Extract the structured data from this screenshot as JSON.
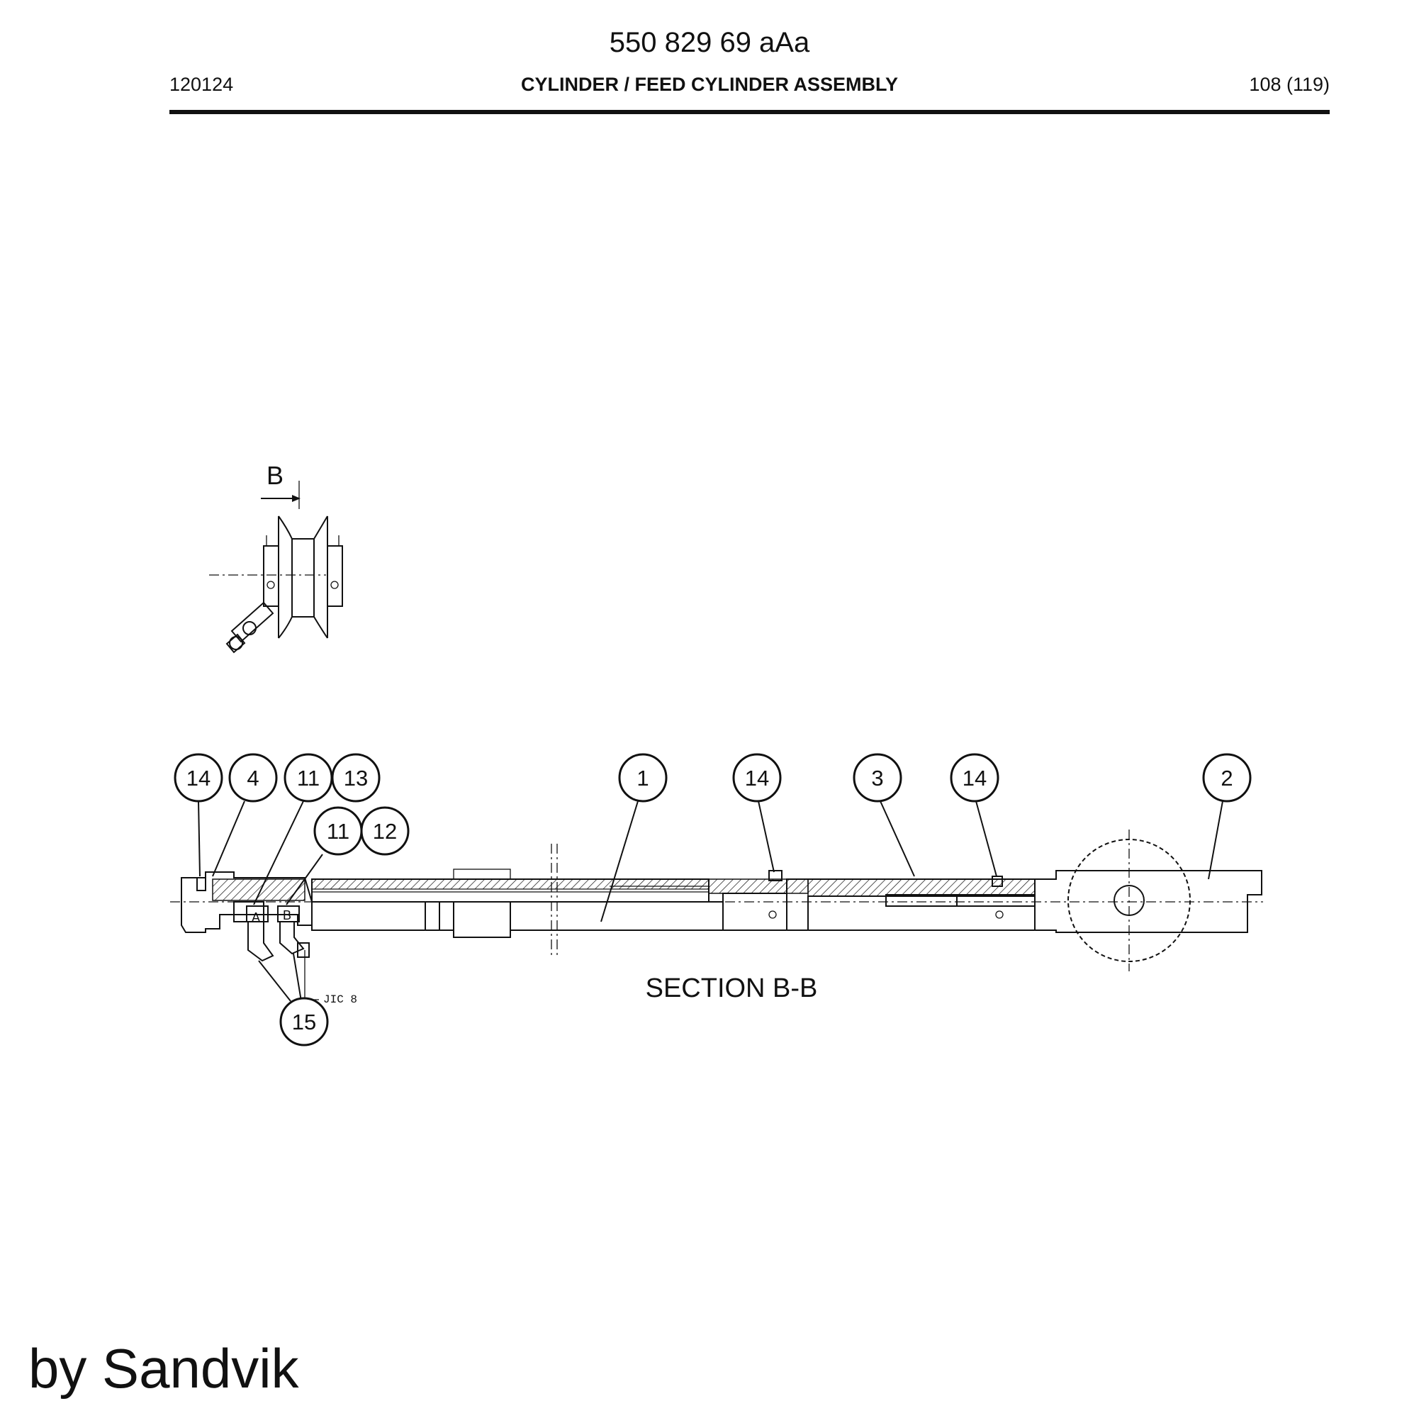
{
  "header": {
    "doc_code": "550 829 69 aAa",
    "date": "120124",
    "title": "CYLINDER / FEED CYLINDER ASSEMBLY",
    "page": "108 (119)"
  },
  "drawing": {
    "view_label": "B",
    "section_label": "SECTION B-B",
    "port_a": "A",
    "port_b": "B",
    "fitting_label": "JIC 8",
    "callouts": [
      "14",
      "4",
      "11",
      "13",
      "11",
      "12",
      "1",
      "14",
      "3",
      "14",
      "2",
      "15"
    ]
  },
  "footer": {
    "credit": "by Sandvik"
  }
}
